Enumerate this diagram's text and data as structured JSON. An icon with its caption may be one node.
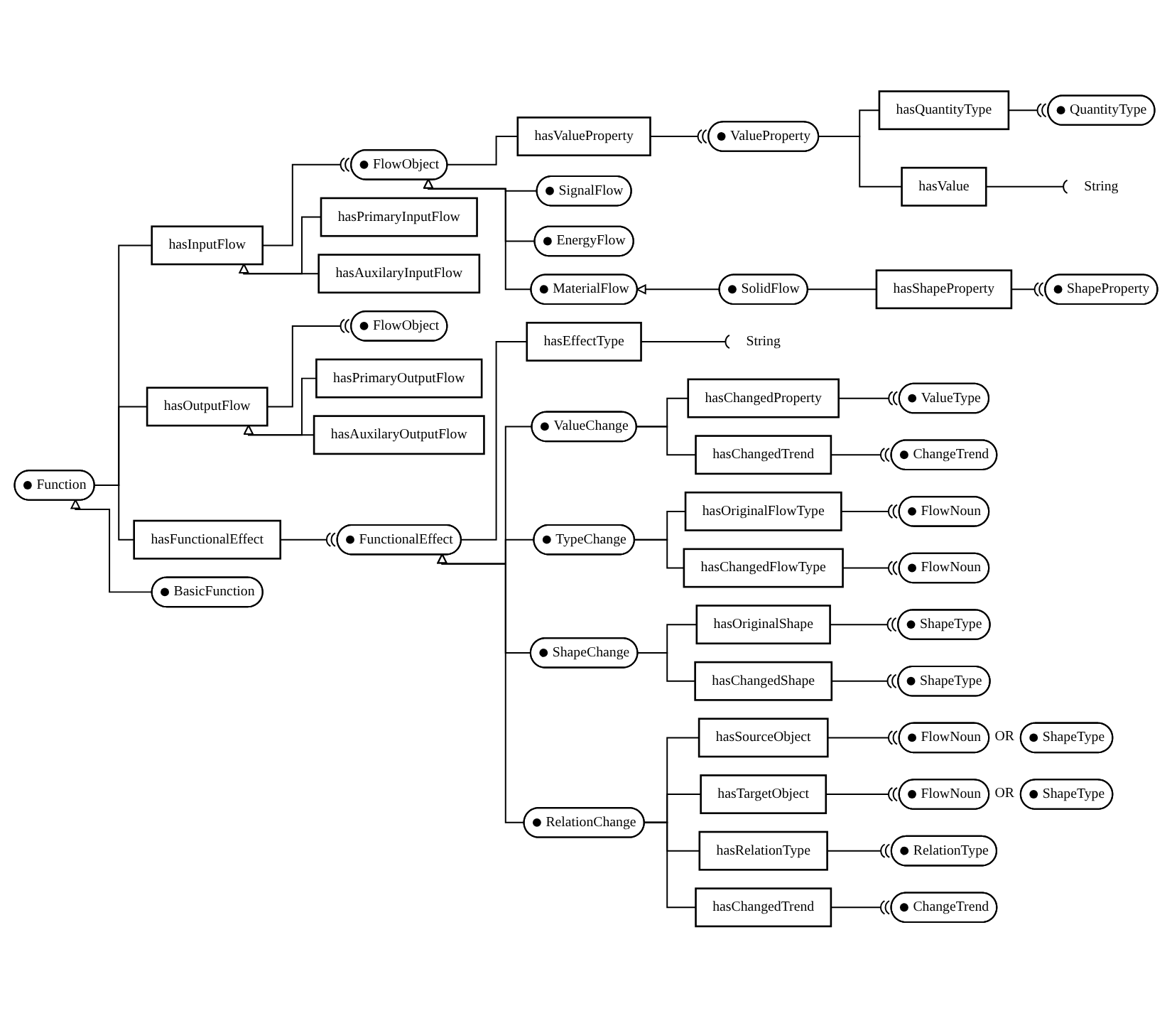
{
  "diagram": {
    "nodes": [
      {
        "text": [
          "Function"
        ]
      },
      {
        "text": [
          "hasInputFlow"
        ]
      },
      {
        "text": [
          "FlowObject"
        ]
      },
      {
        "text": [
          "hasValueProperty"
        ]
      },
      {
        "text": [
          "ValueProperty"
        ]
      },
      {
        "text": [
          "hasQuantityType"
        ]
      },
      {
        "text": [
          "QuantityType"
        ]
      },
      {
        "text": [
          "hasValue"
        ]
      },
      {
        "text": [
          "String"
        ]
      },
      {
        "text": [
          "SignalFlow"
        ]
      },
      {
        "text": [
          "EnergyFlow"
        ]
      },
      {
        "text": [
          "MaterialFlow"
        ]
      },
      {
        "text": [
          "SolidFlow"
        ]
      },
      {
        "text": [
          "hasShapeProperty"
        ]
      },
      {
        "text": [
          "ShapeProperty"
        ]
      },
      {
        "text": [
          "hasPrimaryInputFlow"
        ]
      },
      {
        "text": [
          "hasAuxilaryInputFlow"
        ]
      },
      {
        "text": [
          "hasOutputFlow"
        ]
      },
      {
        "text": [
          "FlowObject"
        ]
      },
      {
        "text": [
          "hasPrimaryOutputFlow"
        ]
      },
      {
        "text": [
          "hasAuxilaryOutputFlow"
        ]
      },
      {
        "text": [
          "hasFunctionalEffect"
        ]
      },
      {
        "text": [
          "FunctionalEffect"
        ]
      },
      {
        "text": [
          "hasEffectType"
        ]
      },
      {
        "text": [
          "String"
        ]
      },
      {
        "text": [
          "BasicFunction"
        ]
      },
      {
        "text": [
          "ValueChange"
        ]
      },
      {
        "text": [
          "hasChangedProperty"
        ]
      },
      {
        "text": [
          "ValueType"
        ]
      },
      {
        "text": [
          "hasChangedTrend"
        ]
      },
      {
        "text": [
          "ChangeTrend"
        ]
      },
      {
        "text": [
          "TypeChange"
        ]
      },
      {
        "text": [
          "hasOriginalFlowType"
        ]
      },
      {
        "text": [
          "FlowNoun"
        ]
      },
      {
        "text": [
          "hasChangedFlowType"
        ]
      },
      {
        "text": [
          "FlowNoun"
        ]
      },
      {
        "text": [
          "ShapeChange"
        ]
      },
      {
        "text": [
          "hasOriginalShape"
        ]
      },
      {
        "text": [
          "ShapeType"
        ]
      },
      {
        "text": [
          "hasChangedShape"
        ]
      },
      {
        "text": [
          "ShapeType"
        ]
      },
      {
        "text": [
          "RelationChange"
        ]
      },
      {
        "text": [
          "hasSourceObject"
        ]
      },
      {
        "text": [
          "FlowNoun"
        ]
      },
      {
        "text": [
          "ShapeType"
        ]
      },
      {
        "text": [
          "hasTargetObject"
        ]
      },
      {
        "text": [
          "FlowNoun"
        ]
      },
      {
        "text": [
          "ShapeType"
        ]
      },
      {
        "text": [
          "hasRelationType"
        ]
      },
      {
        "text": [
          "RelationType"
        ]
      },
      {
        "text": [
          "hasChangedTrend"
        ]
      },
      {
        "text": [
          "ChangeTrend"
        ]
      }
    ],
    "edges": [
      {
        "from": 0,
        "to": 1,
        "arrow": "none"
      },
      {
        "from": 1,
        "to": 2,
        "arrow": "other"
      },
      {
        "from": 2,
        "to": 3,
        "arrow": "none"
      },
      {
        "from": 3,
        "to": 4,
        "arrow": "other"
      },
      {
        "from": 4,
        "to": 5,
        "arrow": "none"
      },
      {
        "from": 5,
        "to": 6,
        "arrow": "other"
      },
      {
        "from": 4,
        "to": 7,
        "arrow": "none"
      },
      {
        "from": 7,
        "to": 8,
        "arrow": "other"
      },
      {
        "from": 9,
        "to": 2,
        "arrow": "to"
      },
      {
        "from": 10,
        "to": 2,
        "arrow": "to"
      },
      {
        "from": 11,
        "to": 2,
        "arrow": "to"
      },
      {
        "from": 12,
        "to": 11,
        "arrow": "to"
      },
      {
        "from": 12,
        "to": 13,
        "arrow": "none"
      },
      {
        "from": 13,
        "to": 14,
        "arrow": "other"
      },
      {
        "from": 15,
        "to": 1,
        "arrow": "to"
      },
      {
        "from": 16,
        "to": 1,
        "arrow": "to"
      },
      {
        "from": 0,
        "to": 17,
        "arrow": "none"
      },
      {
        "from": 17,
        "to": 18,
        "arrow": "other"
      },
      {
        "from": 19,
        "to": 17,
        "arrow": "to"
      },
      {
        "from": 20,
        "to": 17,
        "arrow": "to"
      },
      {
        "from": 0,
        "to": 21,
        "arrow": "none"
      },
      {
        "from": 21,
        "to": 22,
        "arrow": "other"
      },
      {
        "from": 22,
        "to": 23,
        "arrow": "none"
      },
      {
        "from": 23,
        "to": 24,
        "arrow": "other"
      },
      {
        "from": 25,
        "to": 0,
        "arrow": "to"
      },
      {
        "from": 26,
        "to": 22,
        "arrow": "to"
      },
      {
        "from": 26,
        "to": 27,
        "arrow": "none"
      },
      {
        "from": 27,
        "to": 28,
        "arrow": "other"
      },
      {
        "from": 26,
        "to": 29,
        "arrow": "none"
      },
      {
        "from": 29,
        "to": 30,
        "arrow": "other"
      },
      {
        "from": 31,
        "to": 22,
        "arrow": "to"
      },
      {
        "from": 31,
        "to": 32,
        "arrow": "none"
      },
      {
        "from": 32,
        "to": 33,
        "arrow": "other"
      },
      {
        "from": 31,
        "to": 34,
        "arrow": "none"
      },
      {
        "from": 34,
        "to": 35,
        "arrow": "other"
      },
      {
        "from": 36,
        "to": 22,
        "arrow": "to"
      },
      {
        "from": 36,
        "to": 37,
        "arrow": "none"
      },
      {
        "from": 37,
        "to": 38,
        "arrow": "other"
      },
      {
        "from": 36,
        "to": 39,
        "arrow": "none"
      },
      {
        "from": 39,
        "to": 40,
        "arrow": "other"
      },
      {
        "from": 41,
        "to": 22,
        "arrow": "to"
      },
      {
        "from": 41,
        "to": 42,
        "arrow": "none"
      },
      {
        "from": 42,
        "to": 43,
        "arrow": "other"
      },
      {
        "from": 41,
        "to": 45,
        "arrow": "none"
      },
      {
        "from": 45,
        "to": 46,
        "arrow": "other"
      },
      {
        "from": 41,
        "to": 48,
        "arrow": "none"
      },
      {
        "from": 48,
        "to": 49,
        "arrow": "other"
      },
      {
        "from": 41,
        "to": 50,
        "arrow": "none"
      },
      {
        "from": 50,
        "to": 51,
        "arrow": "other"
      }
    ],
    "labels": [
      "OR",
      "OR"
    ]
  }
}
